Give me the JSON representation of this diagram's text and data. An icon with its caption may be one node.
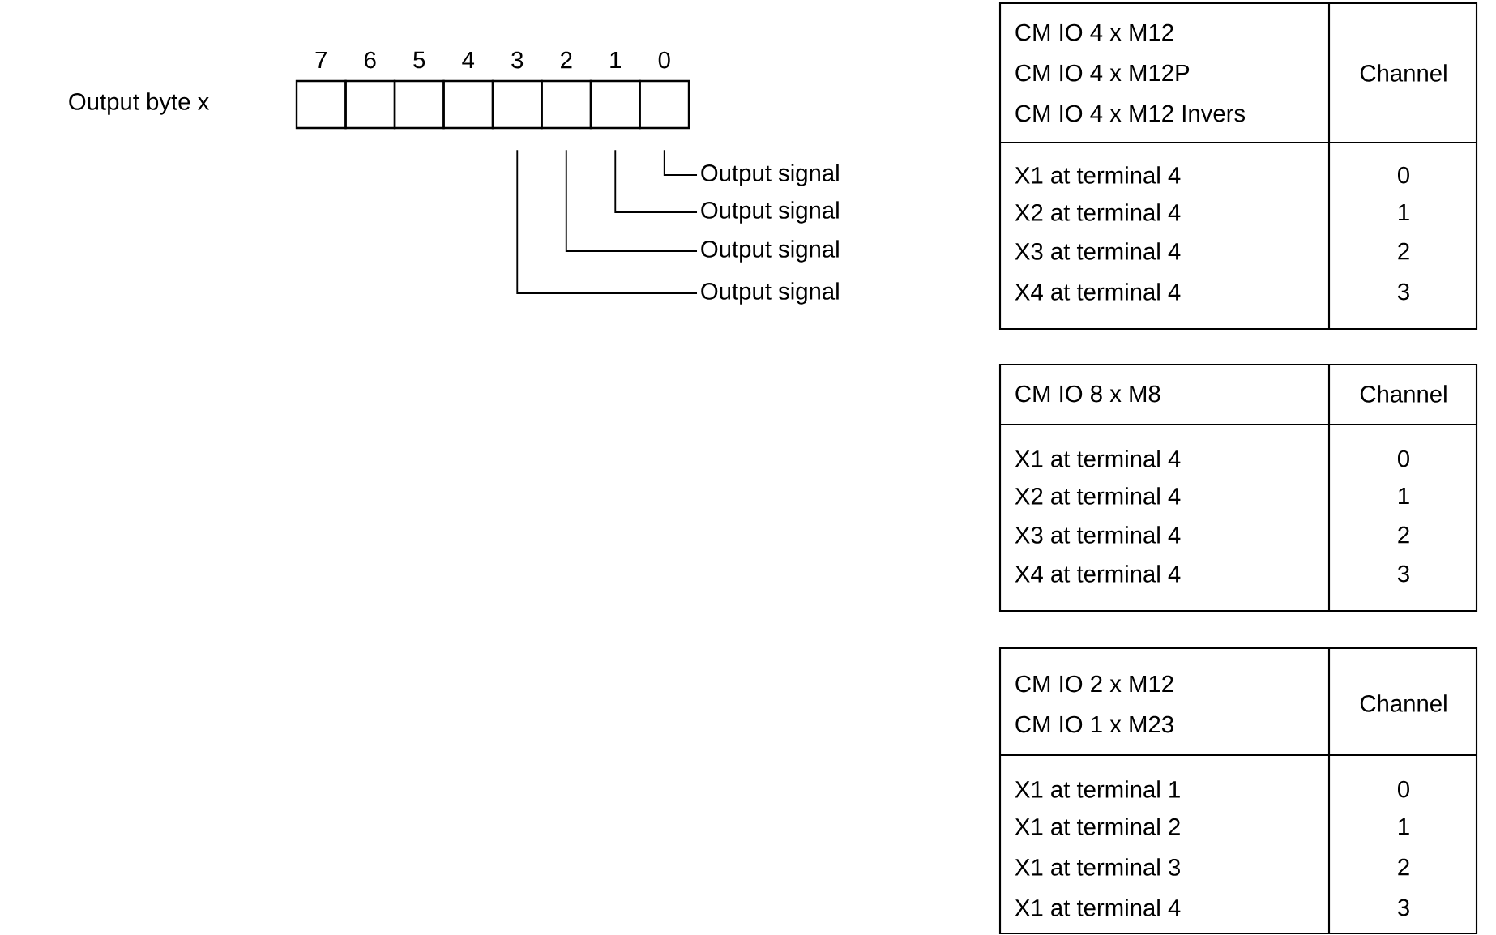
{
  "diagram": {
    "nodes": [
      {
        "text": [],
        "shape": "box"
      },
      {
        "text": [],
        "shape": "box"
      },
      {
        "text": [],
        "shape": "box"
      },
      {
        "text": [],
        "shape": "box"
      },
      {
        "text": [],
        "shape": "box"
      },
      {
        "text": [],
        "shape": "box"
      },
      {
        "text": [],
        "shape": "box"
      },
      {
        "text": [],
        "shape": "box"
      },
      {
        "text": [
          "Output signal"
        ]
      },
      {
        "text": [
          "Output signal"
        ]
      },
      {
        "text": [
          "Output signal"
        ]
      },
      {
        "text": [
          "Output signal"
        ]
      }
    ],
    "edges": [
      {
        "from": 7,
        "to": 8,
        "arrow": "none"
      },
      {
        "from": 6,
        "to": 9,
        "arrow": "none"
      },
      {
        "from": 5,
        "to": 10,
        "arrow": "none"
      },
      {
        "from": 4,
        "to": 11,
        "arrow": "none"
      }
    ],
    "labels": [
      "Output byte x",
      "7",
      "6",
      "5",
      "4",
      "3",
      "2",
      "1",
      "0",
      "CM IO 4 x M12",
      "CM IO 4 x M12P",
      "CM IO 4 x M12 Invers",
      "Channel",
      "X1 at terminal 4",
      "0",
      "X2 at terminal 4",
      "1",
      "X3 at terminal 4",
      "2",
      "X4 at terminal 4",
      "3",
      "CM IO 8 x M8",
      "Channel",
      "X1 at terminal 4",
      "0",
      "X2 at terminal 4",
      "1",
      "X3 at terminal 4",
      "2",
      "X4 at terminal 4",
      "3",
      "CM IO 2 x M12",
      "CM IO 1 x M23",
      "Channel",
      "X1 at terminal 1",
      "0",
      "X1 at terminal 2",
      "1",
      "X1 at terminal 3",
      "2",
      "X1 at terminal 4",
      "3"
    ]
  }
}
